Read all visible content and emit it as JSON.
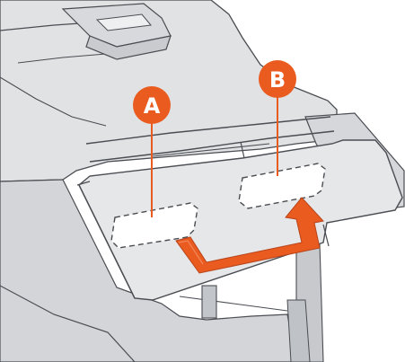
{
  "figure": {
    "callouts": [
      {
        "id": "A",
        "label": "A"
      },
      {
        "id": "B",
        "label": "B"
      }
    ],
    "colors": {
      "background": "#ffffff",
      "machine_fill": "#e1e2e4",
      "machine_shade": "#cfd1d4",
      "machine_dark": "#b9bcc0",
      "outline": "#4a4d52",
      "tray_fill": "#e6e7e9",
      "accent": "#ea5b1f",
      "callout_text": "#ffffff",
      "slot_fill": "#ffffff"
    },
    "icons": {
      "arrow": "orange-move-arrow",
      "callout_marker": "orange-circle-marker"
    }
  }
}
